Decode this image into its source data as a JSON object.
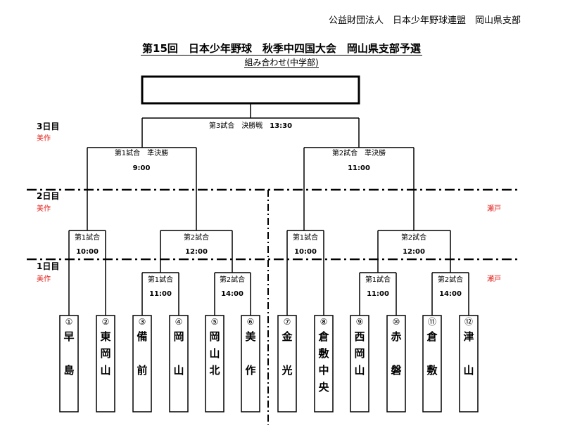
{
  "header": {
    "organization": "公益財団法人　日本少年野球連盟　岡山県支部",
    "title": "第15回　日本少年野球　秋季中四国大会　岡山県支部予選",
    "subtitle": "組み合わせ(中学部)"
  },
  "champion_box": "",
  "days": [
    {
      "label": "3日目",
      "venue_left": "美作",
      "venue_right": ""
    },
    {
      "label": "2日目",
      "venue_left": "美作",
      "venue_right": "瀬戸"
    },
    {
      "label": "1日目",
      "venue_left": "美作",
      "venue_right": "瀬戸"
    }
  ],
  "final": {
    "name": "第3試合　決勝戦",
    "time": "13:30"
  },
  "semifinals": [
    {
      "name": "第1試合　準決勝",
      "time": "9:00"
    },
    {
      "name": "第2試合　準決勝",
      "time": "11:00"
    }
  ],
  "day2_matches": [
    {
      "name": "第1試合",
      "time": "10:00"
    },
    {
      "name": "第2試合",
      "time": "12:00"
    },
    {
      "name": "第1試合",
      "time": "10:00"
    },
    {
      "name": "第2試合",
      "time": "12:00"
    }
  ],
  "day1_matches": [
    {
      "name": "第1試合",
      "time": "11:00"
    },
    {
      "name": "第2試合",
      "time": "14:00"
    },
    {
      "name": "第1試合",
      "time": "11:00"
    },
    {
      "name": "第2試合",
      "time": "14:00"
    }
  ],
  "teams": [
    {
      "num": "①",
      "chars": [
        "早",
        "",
        "島"
      ]
    },
    {
      "num": "②",
      "chars": [
        "東",
        "岡",
        "山"
      ]
    },
    {
      "num": "③",
      "chars": [
        "備",
        "",
        "前"
      ]
    },
    {
      "num": "④",
      "chars": [
        "岡",
        "",
        "山"
      ]
    },
    {
      "num": "⑤",
      "chars": [
        "岡",
        "山",
        "北"
      ]
    },
    {
      "num": "⑥",
      "chars": [
        "美",
        "",
        "作"
      ]
    },
    {
      "num": "⑦",
      "chars": [
        "金",
        "",
        "光"
      ]
    },
    {
      "num": "⑧",
      "chars": [
        "倉",
        "敷",
        "中",
        "央"
      ]
    },
    {
      "num": "⑨",
      "chars": [
        "西",
        "岡",
        "山"
      ]
    },
    {
      "num": "⑩",
      "chars": [
        "赤",
        "",
        "磐"
      ]
    },
    {
      "num": "⑪",
      "chars": [
        "倉",
        "",
        "敷"
      ]
    },
    {
      "num": "⑫",
      "chars": [
        "津",
        "",
        "山"
      ]
    }
  ],
  "colors": {
    "venue": "#e0201b",
    "line": "#000000"
  }
}
